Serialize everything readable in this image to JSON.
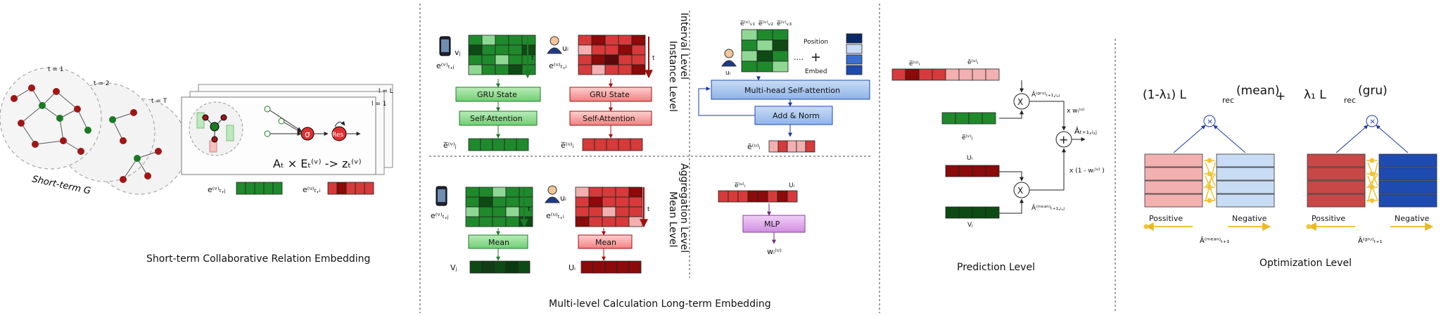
{
  "captions": {
    "short_term": "Short-term Collaborative Relation Embedding",
    "multi_level": "Multi-level Calculation Long-term Embedding",
    "prediction": "Prediction Level",
    "optimization": "Optimization Level"
  },
  "short_term": {
    "time_labels": [
      "t = 1",
      "t = 2",
      "t = T"
    ],
    "graph_label": "Short-term G",
    "layer_labels": [
      "l = L",
      "l = 1"
    ],
    "formula": "Aₜ ×  Eₜ⁽ᵛ⁾ -> zₜ⁽ᵛ⁾",
    "sigma": "σ",
    "res": "Res",
    "emb_item": "e⁽ᵛ⁾ₜ,ⱼ",
    "emb_user": "e⁽ᵘ⁾ₜ,ᵢ"
  },
  "multi_level": {
    "instance_level": "Instance Level",
    "interval_level": "Interval Level",
    "mean_level": "Mean Level",
    "aggregation_level": "Aggregation Level",
    "item_node": "vⱼ",
    "user_node": "uᵢ",
    "item_seq": "e⁽ᵛ⁾ₜ,ⱼ",
    "user_seq": "e⁽ᵘ⁾ₜ,ᵢ",
    "t": "t",
    "gru_state": "GRU State",
    "self_attention": "Self-Attention",
    "mean": "Mean",
    "item_out": "e̅⁽ᵛ⁾ⱼ",
    "user_out": "e̅⁽ᵘ⁾ᵢ",
    "vj": "Vⱼ",
    "ui": "Uᵢ",
    "att_inputs": [
      "e̅⁽ᵛ⁾ᵥ₁",
      "e̅⁽ᵛ⁾ᵥ₂",
      "e̅⁽ᵛ⁾ᵥ₃"
    ],
    "position": "Position",
    "embed": "Embed",
    "plus": "+",
    "dots": "....",
    "mhsa": "Multi-head Self-attention",
    "add_norm": "Add & Norm",
    "att_out": "ẽ⁽ᵘ⁾ᵢ",
    "mlp": "MLP",
    "mlp_in_left": "e̅⁽ᵘ⁾ᵢ",
    "mlp_in_right": "Uᵢ",
    "mlp_out": "wᵢ⁽ᵘ⁾",
    "u_label": "uᵢ"
  },
  "prediction": {
    "e_bar_u": "e̅⁽ᵘ⁾ᵢ",
    "e_tilde_u": "ẽ⁽ᵘ⁾ᵢ",
    "e_bar_v": "e̅⁽ᵛ⁾ⱼ",
    "ui": "Uᵢ",
    "vj": "Vⱼ",
    "times": "X",
    "plus": "+",
    "a_gru": "Â⁽ᵍʳᵘ⁾ₜ₊₁,ᵢ,ⱼ",
    "a_mean": "Â⁽ᵐᵉᵃⁿ⁾ₜ₊₁,ᵢ,ⱼ",
    "a_final": "Âₜ₊₁,ᵢ,ⱼ",
    "w": "x wᵢ⁽ᵘ⁾",
    "one_minus_w": "x (1 - wᵢ⁽ᵘ⁾ )"
  },
  "optimization": {
    "left_coef": "(1-λ₁)  L",
    "left_sub": "rec",
    "left_sup": "(mean)",
    "plus": "+",
    "right_coef": "λ₁  L",
    "right_sub": "rec",
    "right_sup": "(gru)",
    "positive": "Possitive",
    "negative": "Negative",
    "a_mean": "Â⁽ᵐᵉᵃⁿ⁾ₜ₊₁",
    "a_gru": "Â⁽ᵍʳᵘ⁾ₜ₊₁",
    "times": "×"
  },
  "colors": {
    "green_dark": "#0e4a14",
    "green": "#1f8a2c",
    "green_light": "#8ed893",
    "red_dark": "#8b0a0a",
    "red": "#d63a3a",
    "red_light": "#f3b0b0",
    "blue": "#1e4bb0",
    "blue_light": "#c9dcf5",
    "gold": "#f0c43a",
    "purple": "#d49be0"
  }
}
